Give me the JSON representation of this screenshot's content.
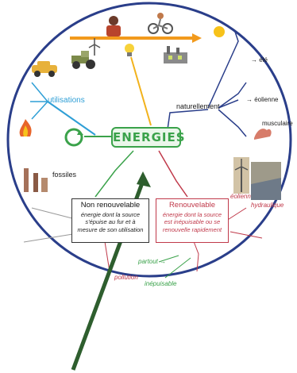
{
  "center": {
    "title": "ENERGIES"
  },
  "branches": {
    "utilisations": "utilisations",
    "naturellement": "naturellement",
    "fossiles": "fossiles",
    "solaire_arrow": "→ élé",
    "eolienne_arrow": "→ éolienne",
    "musculaire_arrow": "musculaire",
    "partout": "partout →",
    "pollution": "pollution",
    "inepuisable": "inépuisable",
    "eolienne": "éolienne",
    "hydraulique": "hydraulique"
  },
  "non_renouvelable": {
    "title": "Non renouvelable",
    "definition": "énergie dont la source s'épuise au fur et à mesure de son utilisation"
  },
  "renouvelable": {
    "title": "Renouvelable",
    "definition": "énergie dont la source est inépuisable ou se renouvelle rapidement"
  },
  "colors": {
    "circle_border": "#2a3e8a",
    "center_green": "#3aa24a",
    "utilisations_blue": "#2f9fd6",
    "renouvelable_red": "#c0394a",
    "pointer_arrow": "#2e5e2e",
    "orange_arrow": "#f29a1c"
  },
  "icons": [
    "car-icon",
    "tractor-icon",
    "factory-icon",
    "sun-icon",
    "lightbulb-icon",
    "windmill-icon",
    "person-icon",
    "cyclist-icon",
    "bicep-icon",
    "oil-rig-icon",
    "dam-icon",
    "fire-icon"
  ]
}
